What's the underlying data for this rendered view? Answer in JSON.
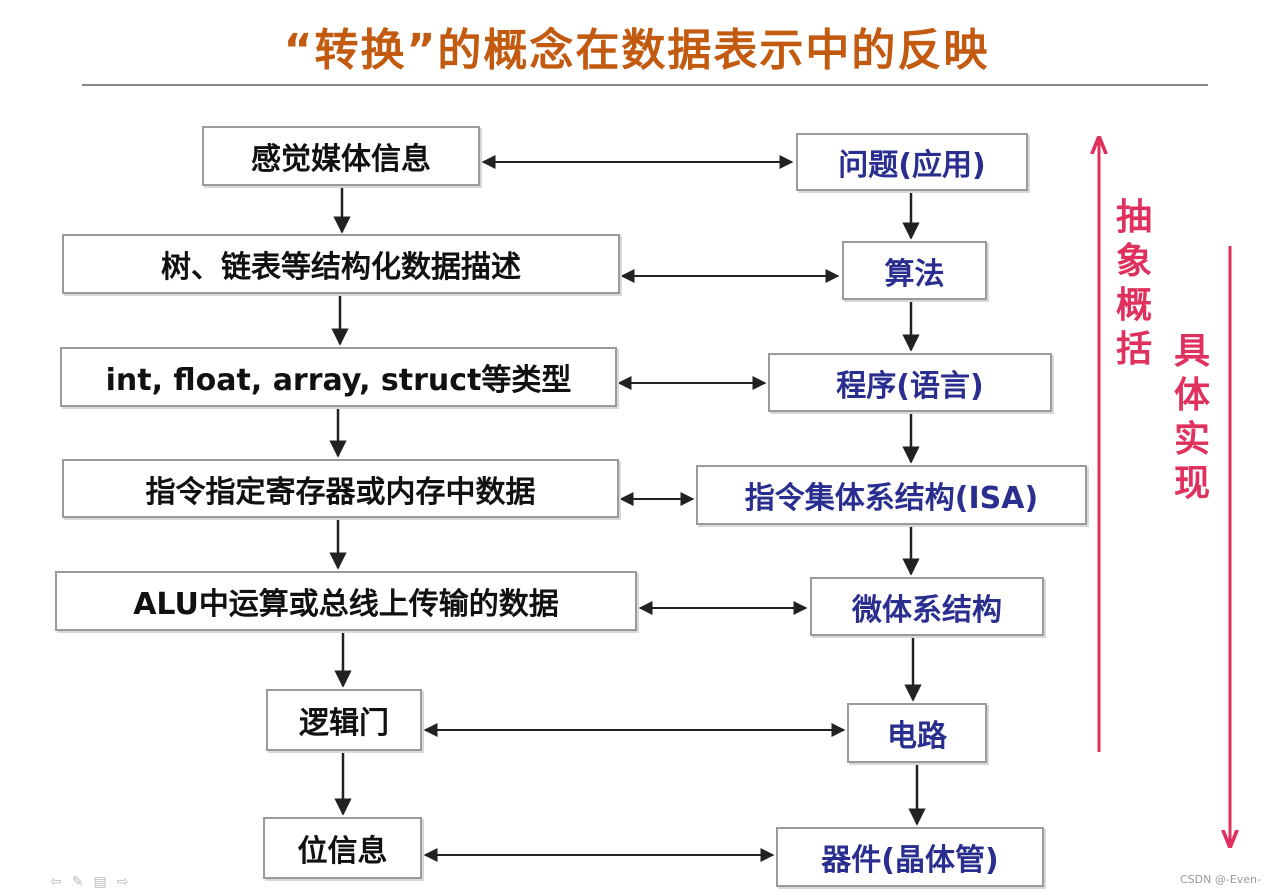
{
  "title": "“转换”的概念在数据表示中的反映",
  "left_boxes": [
    "感觉媒体信息",
    "树、链表等结构化数据描述",
    "int, float, array, struct等类型",
    "指令指定寄存器或内存中数据",
    "ALU中运算或总线上传输的数据",
    "逻辑门",
    "位信息"
  ],
  "right_boxes": [
    "问题(应用)",
    "算法",
    "程序(语言)",
    "指令集体系结构(ISA)",
    "微体系结构",
    "电路",
    "器件(晶体管)"
  ],
  "side_labels": {
    "up": "抽象概括",
    "down": "具体实现"
  },
  "colors": {
    "title": "#c25a10",
    "right_text": "#2a2f8f",
    "side_arrows": "#e0305e"
  },
  "nav_icons": [
    "prev-icon",
    "pen-icon",
    "menu-icon",
    "next-icon"
  ],
  "watermark": "CSDN @-Even-"
}
